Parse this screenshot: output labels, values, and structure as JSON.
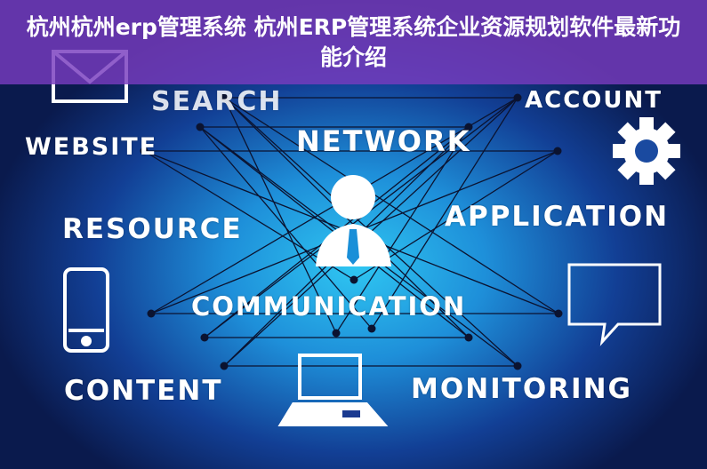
{
  "banner": {
    "title": "杭州杭州erp管理系统 杭州ERP管理系统企业资源规划软件最新功能介绍"
  },
  "image_words": {
    "search": "SEARCH",
    "account": "ACCOUNT",
    "website": "WEBSITE",
    "network": "NETWORK",
    "resource": "RESOURCE",
    "application": "APPLICATION",
    "communication": "COMMUNICATION",
    "content": "CONTENT",
    "monitoring": "MONITORING"
  },
  "icons": [
    "envelope-icon",
    "gear-icon",
    "person-icon",
    "smartphone-icon",
    "chat-bubble-icon",
    "laptop-icon"
  ],
  "colors": {
    "banner": "#783cbe",
    "background_center": "#2fc6f2",
    "background_edge": "#0a1a4d"
  }
}
